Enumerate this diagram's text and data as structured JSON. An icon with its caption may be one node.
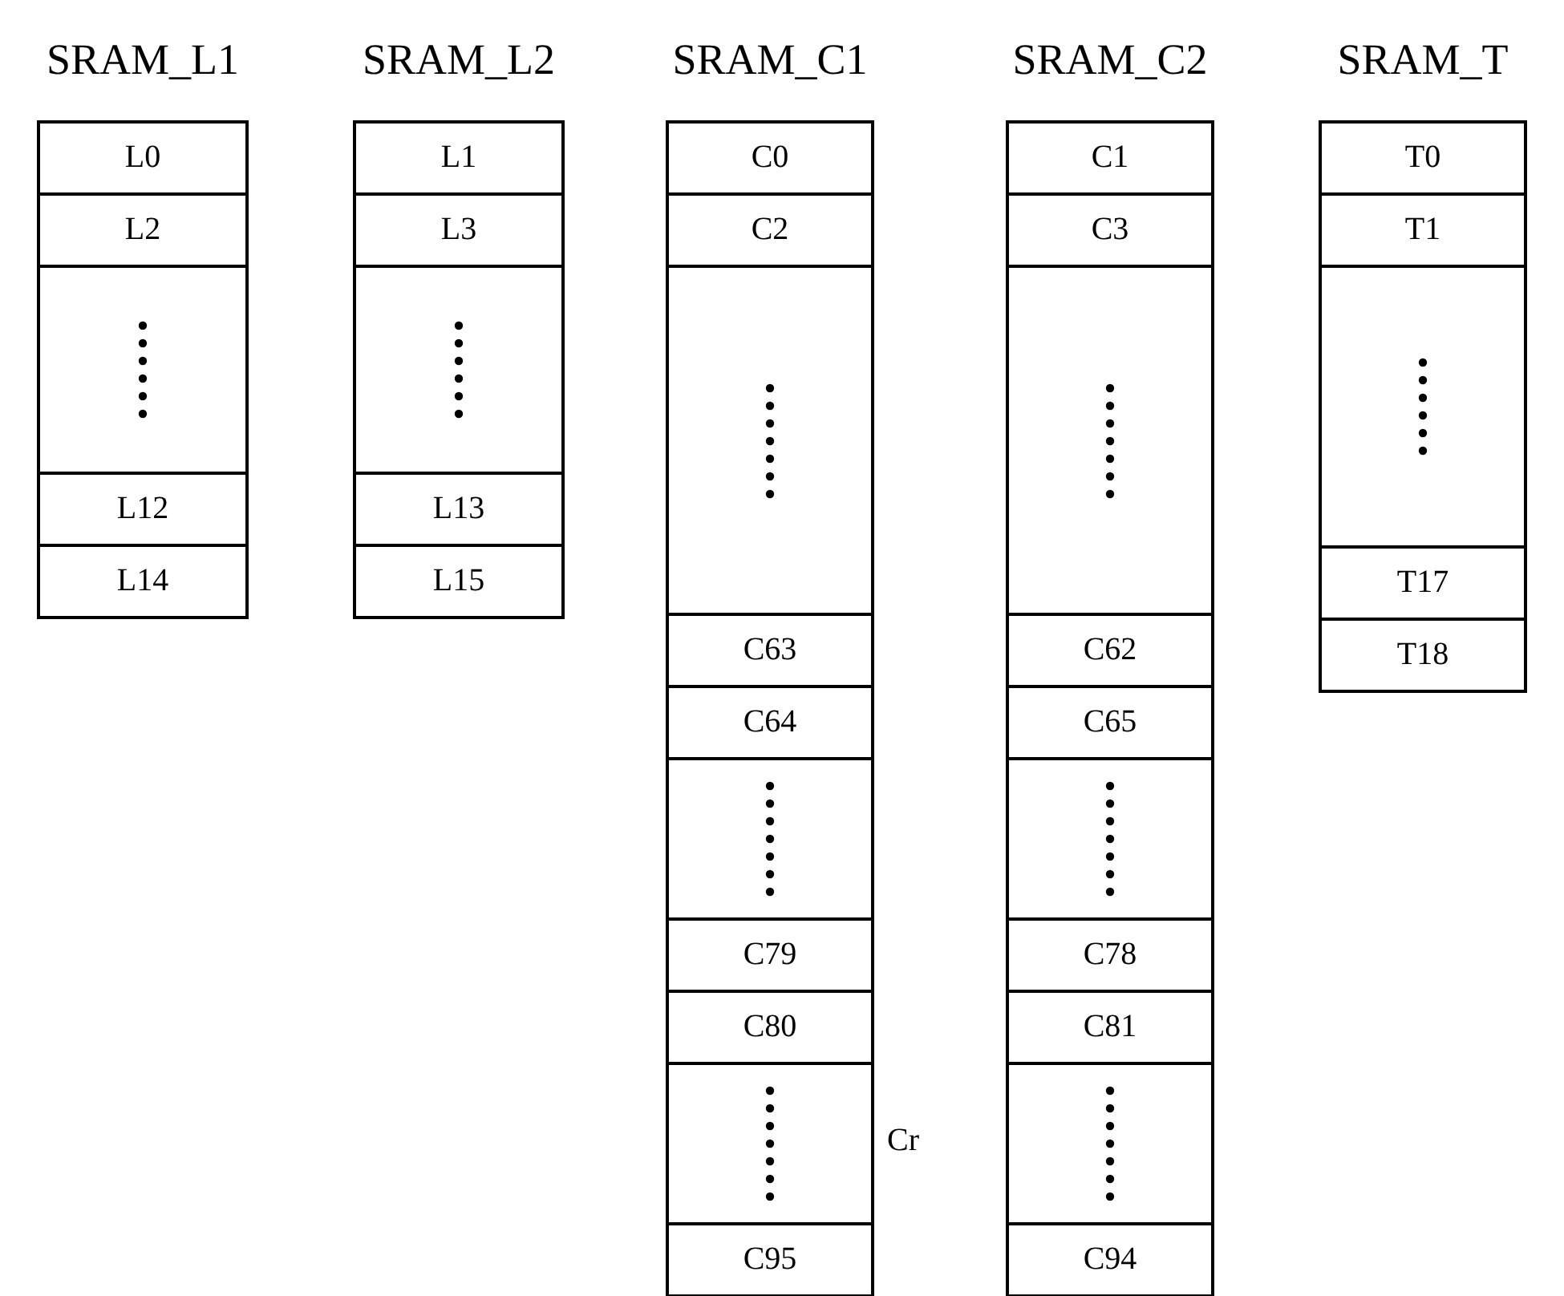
{
  "diagram": {
    "nodes": [
      {
        "text": [
          "SRAM_L1"
        ]
      },
      {
        "text": [
          "L0"
        ],
        "in": 0
      },
      {
        "text": [
          "L2"
        ],
        "in": 0
      },
      {
        "text": [],
        "shape": "box",
        "in": 0
      },
      {
        "text": [
          "L12"
        ],
        "in": 0
      },
      {
        "text": [
          "L14"
        ],
        "in": 0
      },
      {
        "text": [
          "SRAM_L2"
        ]
      },
      {
        "text": [
          "L1"
        ],
        "in": 6
      },
      {
        "text": [
          "L3"
        ],
        "in": 6
      },
      {
        "text": [],
        "shape": "box",
        "in": 6
      },
      {
        "text": [
          "L13"
        ],
        "in": 6
      },
      {
        "text": [
          "L15"
        ],
        "in": 6
      },
      {
        "text": [
          "SRAM_C1"
        ]
      },
      {
        "text": [
          "C0"
        ],
        "in": 12
      },
      {
        "text": [
          "C2"
        ],
        "in": 12
      },
      {
        "text": [],
        "shape": "box",
        "in": 12
      },
      {
        "text": [
          "C63"
        ],
        "in": 12
      },
      {
        "text": [
          "C64"
        ],
        "in": 12
      },
      {
        "text": [],
        "shape": "box",
        "in": 12
      },
      {
        "text": [
          "C79"
        ],
        "in": 12
      },
      {
        "text": [
          "C80"
        ],
        "in": 12
      },
      {
        "text": [],
        "shape": "box",
        "in": 12
      },
      {
        "text": [
          "C95"
        ],
        "in": 12
      },
      {
        "text": [
          "SRAM_C2"
        ]
      },
      {
        "text": [
          "C1"
        ],
        "in": 23
      },
      {
        "text": [
          "C3"
        ],
        "in": 23
      },
      {
        "text": [],
        "shape": "box",
        "in": 23
      },
      {
        "text": [
          "C62"
        ],
        "in": 23
      },
      {
        "text": [
          "C65"
        ],
        "in": 23
      },
      {
        "text": [],
        "shape": "box",
        "in": 23
      },
      {
        "text": [
          "C78"
        ],
        "in": 23
      },
      {
        "text": [
          "C81"
        ],
        "in": 23
      },
      {
        "text": [],
        "shape": "box",
        "in": 23
      },
      {
        "text": [
          "C94"
        ],
        "in": 23
      },
      {
        "text": [
          "SRAM_T"
        ]
      },
      {
        "text": [
          "T0"
        ],
        "in": 34
      },
      {
        "text": [
          "T1"
        ],
        "in": 34
      },
      {
        "text": [],
        "shape": "box",
        "in": 34
      },
      {
        "text": [
          "T17"
        ],
        "in": 34
      },
      {
        "text": [
          "T18"
        ],
        "in": 34
      }
    ],
    "labels": [
      "Cr"
    ]
  }
}
